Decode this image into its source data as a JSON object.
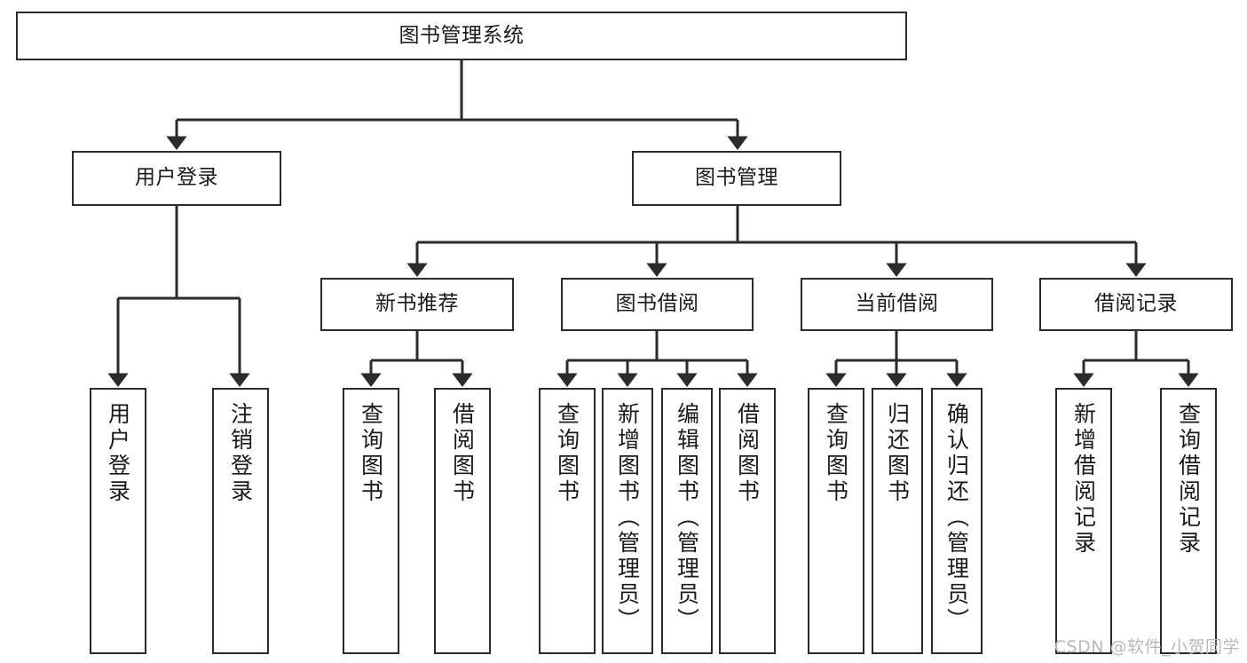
{
  "diagram": {
    "title": "图书管理系统",
    "type": "tree-structure-chart",
    "colors": {
      "box_border": "#2b2b2b",
      "box_fill": "#ffffff",
      "connector": "#2b2b2b",
      "text": "#1a1a1a",
      "watermark": "#b9b9b9",
      "background": "#ffffff"
    },
    "root": {
      "label": "图书管理系统",
      "orientation": "horizontal"
    },
    "level2": [
      {
        "label": "用户登录",
        "orientation": "horizontal"
      },
      {
        "label": "图书管理",
        "orientation": "horizontal"
      }
    ],
    "level3": [
      {
        "label": "新书推荐",
        "orientation": "horizontal"
      },
      {
        "label": "图书借阅",
        "orientation": "horizontal"
      },
      {
        "label": "当前借阅",
        "orientation": "horizontal"
      },
      {
        "label": "借阅记录",
        "orientation": "horizontal"
      }
    ],
    "leaves": {
      "user_login": [
        {
          "label": "用户登录",
          "orientation": "vertical"
        },
        {
          "label": "注销登录",
          "orientation": "vertical"
        }
      ],
      "new_book_recommend": [
        {
          "label": "查询图书",
          "orientation": "vertical"
        },
        {
          "label": "借阅图书",
          "orientation": "vertical"
        }
      ],
      "book_borrow": [
        {
          "label": "查询图书",
          "orientation": "vertical"
        },
        {
          "label": "新增图书（管理员）",
          "orientation": "vertical"
        },
        {
          "label": "编辑图书（管理员）",
          "orientation": "vertical"
        },
        {
          "label": "借阅图书",
          "orientation": "vertical"
        }
      ],
      "current_borrow": [
        {
          "label": "查询图书",
          "orientation": "vertical"
        },
        {
          "label": "归还图书",
          "orientation": "vertical"
        },
        {
          "label": "确认归还（管理员）",
          "orientation": "vertical"
        }
      ],
      "borrow_record": [
        {
          "label": "新增借阅记录",
          "orientation": "vertical"
        },
        {
          "label": "查询借阅记录",
          "orientation": "vertical"
        }
      ]
    },
    "watermark": "CSDN @软件_小贺同学"
  }
}
